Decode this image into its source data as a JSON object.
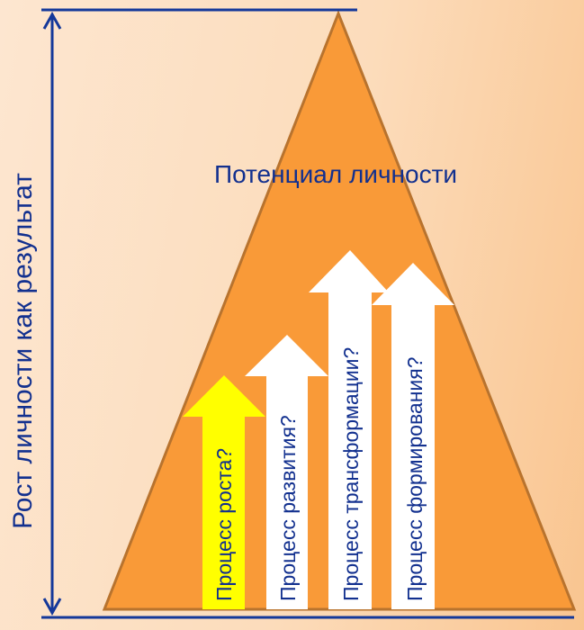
{
  "diagram": {
    "axis_label": "Рост личности как результат",
    "pyramid_label": "Потенциал личности",
    "arrows": [
      {
        "label": "Процесс роста?",
        "color": "#ffff00"
      },
      {
        "label": "Процесс развития?",
        "color": "#ffffff"
      },
      {
        "label": "Процесс трансформации?",
        "color": "#ffffff"
      },
      {
        "label": "Процесс формирования?",
        "color": "#ffffff"
      }
    ]
  },
  "colors": {
    "text": "#12308f",
    "lines": "#14389a",
    "pyramid_fill": "#f99a38",
    "pyramid_stroke": "#b8732e"
  }
}
